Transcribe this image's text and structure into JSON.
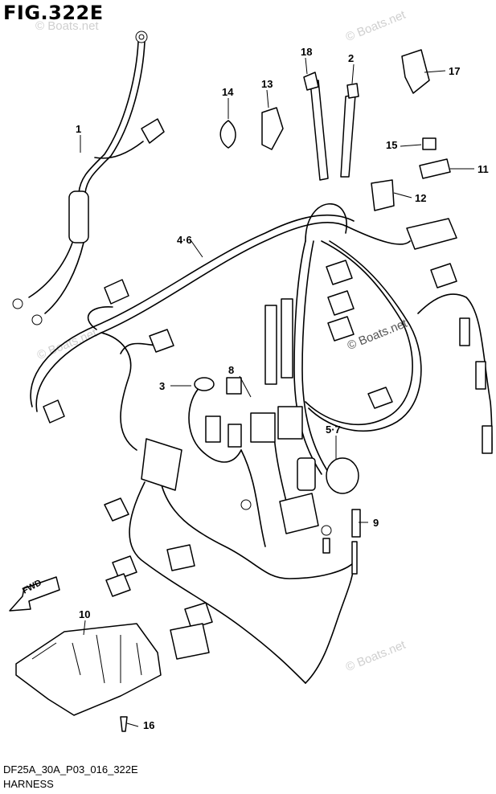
{
  "figure": {
    "title": "FIG.322E",
    "diagram_code": "DF25A_30A_P03_016_322E",
    "name": "HARNESS"
  },
  "watermark": {
    "text": "© Boats.net",
    "color": "#cfcfcf"
  },
  "direction_label": "FWD",
  "callouts": [
    {
      "id": "c1",
      "label": "1"
    },
    {
      "id": "c2",
      "label": "2"
    },
    {
      "id": "c3",
      "label": "3"
    },
    {
      "id": "c46",
      "label": "4·6"
    },
    {
      "id": "c57",
      "label": "5·7"
    },
    {
      "id": "c8",
      "label": "8"
    },
    {
      "id": "c9",
      "label": "9"
    },
    {
      "id": "c10",
      "label": "10"
    },
    {
      "id": "c11",
      "label": "11"
    },
    {
      "id": "c12",
      "label": "12"
    },
    {
      "id": "c13",
      "label": "13"
    },
    {
      "id": "c14",
      "label": "14"
    },
    {
      "id": "c15",
      "label": "15"
    },
    {
      "id": "c16",
      "label": "16"
    },
    {
      "id": "c17",
      "label": "17"
    },
    {
      "id": "c18",
      "label": "18"
    }
  ]
}
